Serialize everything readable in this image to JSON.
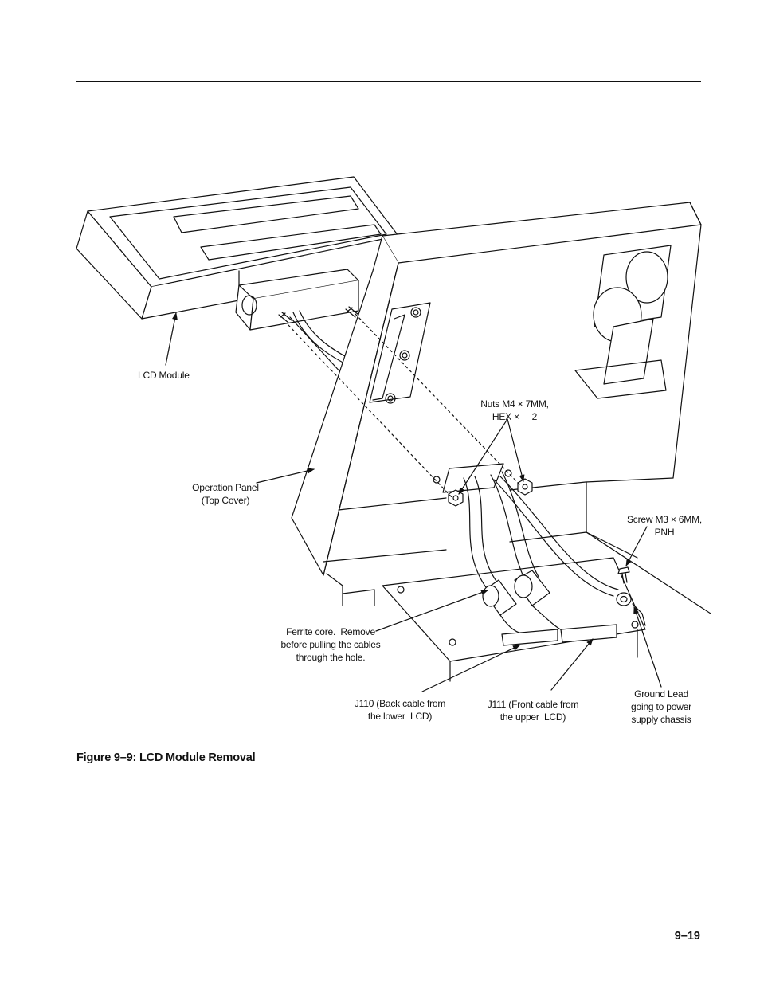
{
  "figure": {
    "labels": {
      "lcd_module": "LCD Module",
      "nuts": "Nuts M4 × 7MM,\nHEX ×     2",
      "operation_panel": "Operation Panel\n(Top Cover)",
      "screw": "Screw M3 × 6MM,\nPNH",
      "ferrite": "Ferrite core.  Remove\nbefore pulling the cables\nthrough the hole.",
      "j110": "J110 (Back cable from\nthe lower  LCD)",
      "j111": "J111 (Front cable from\nthe upper  LCD)",
      "ground": "Ground Lead\ngoing to power\nsupply chassis"
    },
    "caption": "Figure 9–9: LCD Module Removal"
  },
  "page": {
    "number": "9–19"
  }
}
